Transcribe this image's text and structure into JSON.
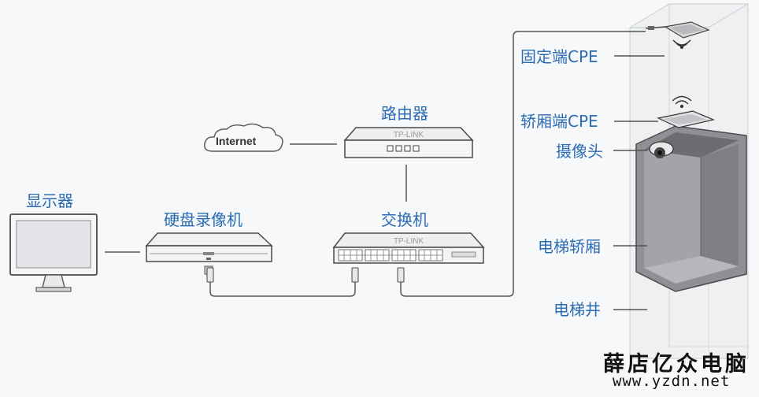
{
  "labels": {
    "display": "显示器",
    "nvr": "硬盘录像机",
    "router": "路由器",
    "switch": "交换机",
    "internet": "Internet",
    "fixed_cpe": "固定端CPE",
    "car_cpe": "轿厢端CPE",
    "camera": "摄像头",
    "elevator_car": "电梯轿厢",
    "elevator_shaft": "电梯井"
  },
  "brand": {
    "router": "TP-LINK",
    "switch": "TP-LINK"
  },
  "watermark": {
    "title": "薛店亿众电脑",
    "url": "www.yzdn.net"
  },
  "colors": {
    "label": "#2b6cb5",
    "line": "#555555",
    "device": "#f2f3f4"
  }
}
